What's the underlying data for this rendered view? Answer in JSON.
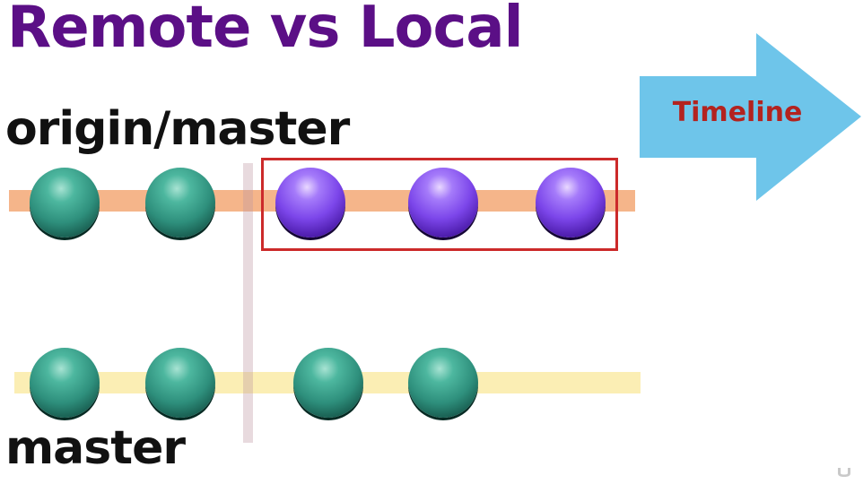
{
  "slide": {
    "title": "Remote vs Local",
    "arrow_label": "Timeline",
    "remote_branch_label": "origin/master",
    "local_branch_label": "master"
  },
  "colors": {
    "title": "#5b0f86",
    "arrow_fill": "#6ec5ea",
    "arrow_label": "#b3231f",
    "remote_track": "#f5b58a",
    "local_track": "#fbeeb4",
    "highlight_border": "#cc2a2a",
    "shared_commit": "#2e8f7c",
    "remote_only_commit": "#7c46ea"
  },
  "icons": {
    "timeline": "arrow-right-icon",
    "watermark": "udemy-logo-icon"
  }
}
